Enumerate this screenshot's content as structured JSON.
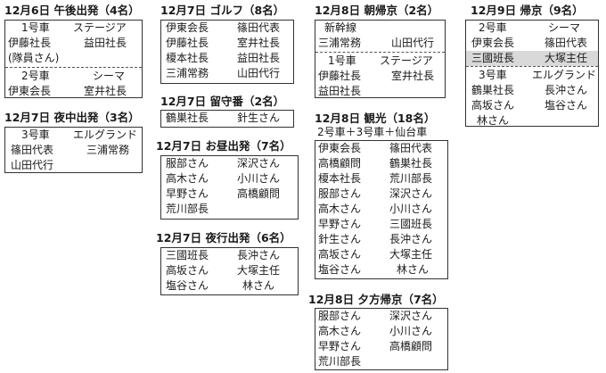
{
  "dec6_afternoon": {
    "title": "12月6日 午後出発（4名）",
    "car2": {
      "label": "1号車",
      "car": "ステージア"
    },
    "r1": [
      "伊藤社長",
      "益田社長"
    ],
    "r2": [
      "(隊員さん)"
    ],
    "car2b": {
      "label": "2号車",
      "car": "シーマ"
    },
    "r3": [
      "伊東会長",
      "室井社長"
    ]
  },
  "dec7_night": {
    "title": "12月7日 夜中出発（3名）",
    "car": {
      "label": "3号車",
      "car": "エルグランド"
    },
    "r1": [
      "篠田代表",
      "三浦常務"
    ],
    "r2": [
      "山田代行"
    ]
  },
  "dec7_golf": {
    "title": "12月7日 ゴルフ（8名）",
    "rows": [
      [
        "伊東会長",
        "篠田代表"
      ],
      [
        "伊藤社長",
        "室井社長"
      ],
      [
        "榎本社長",
        "益田社長"
      ],
      [
        "三浦常務",
        "山田代行"
      ]
    ]
  },
  "dec7_rusu": {
    "title": "12月7日 留守番（2名）",
    "rows": [
      [
        "鶴巣社長",
        "針生さん"
      ]
    ]
  },
  "dec7_lunch": {
    "title": "12月7日 お昼出発（7名）",
    "rows": [
      [
        "服部さん",
        "深沢さん"
      ],
      [
        "高木さん",
        "小川さん"
      ],
      [
        "早野さん",
        "高橋顧問"
      ],
      [
        "荒川部長",
        ""
      ]
    ]
  },
  "dec7_evening": {
    "title": "12月7日 夜行出発（6名）",
    "rows": [
      [
        "三國班長",
        "長沖さん"
      ],
      [
        "高坂さん",
        "大塚主任"
      ],
      [
        "塩谷さん",
        "林さん"
      ]
    ]
  },
  "dec8_morning": {
    "title": "12月8日 朝帰京（2名）",
    "r1": [
      "新幹線"
    ],
    "r2": [
      "三浦常務",
      "山田代行"
    ],
    "car": {
      "label": "1号車",
      "car": "ステージア"
    },
    "r3": [
      "伊藤社長",
      "室井社長"
    ],
    "r4": [
      "益田社長"
    ]
  },
  "dec8_sightseeing": {
    "title": "12月8日 観光（18名）",
    "subtitle": "2号車＋3号車＋仙台車",
    "rows": [
      [
        "伊東会長",
        "篠田代表"
      ],
      [
        "高橋顧問",
        "鶴巣社長"
      ],
      [
        "榎本社長",
        "荒川部長"
      ],
      [
        "服部さん",
        "深沢さん"
      ],
      [
        "高木さん",
        "小川さん"
      ],
      [
        "早野さん",
        "三國班長"
      ],
      [
        "針生さん",
        "長沖さん"
      ],
      [
        "高坂さん",
        "大塚主任"
      ],
      [
        "塩谷さん",
        "林さん"
      ]
    ]
  },
  "dec8_evening": {
    "title": "12月8日 夕方帰京（7名）",
    "rows": [
      [
        "服部さん",
        "深沢さん"
      ],
      [
        "高木さん",
        "小川さん"
      ],
      [
        "早野さん",
        "高橋顧問"
      ],
      [
        "荒川部長",
        ""
      ]
    ]
  },
  "dec9_return": {
    "title": "12月9日 帰京（9名）",
    "car2": {
      "label": "2号車",
      "car": "シーマ"
    },
    "r1": [
      "伊東会長",
      "篠田代表"
    ],
    "r2": [
      "三國班長",
      "大塚主任"
    ],
    "car3": {
      "label": "3号車",
      "car": "エルグランド"
    },
    "r3": [
      "鶴巣社長",
      "長沖さん"
    ],
    "r4": [
      "高坂さん",
      "塩谷さん"
    ],
    "r5": [
      "林さん"
    ]
  }
}
